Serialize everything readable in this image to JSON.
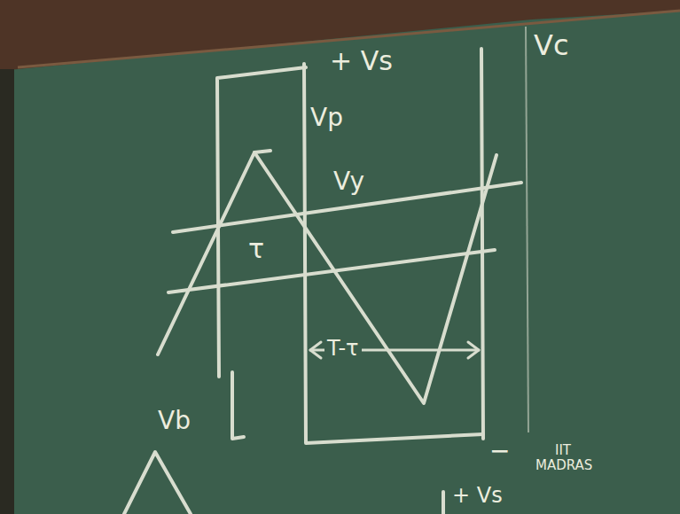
{
  "diagram": {
    "labels": [
      "+ Vs",
      "Vc",
      "Vp",
      "Vy",
      "τ",
      "T-τ",
      "Vb",
      "−",
      "IIT MADRAS",
      "+ Vs"
    ]
  }
}
